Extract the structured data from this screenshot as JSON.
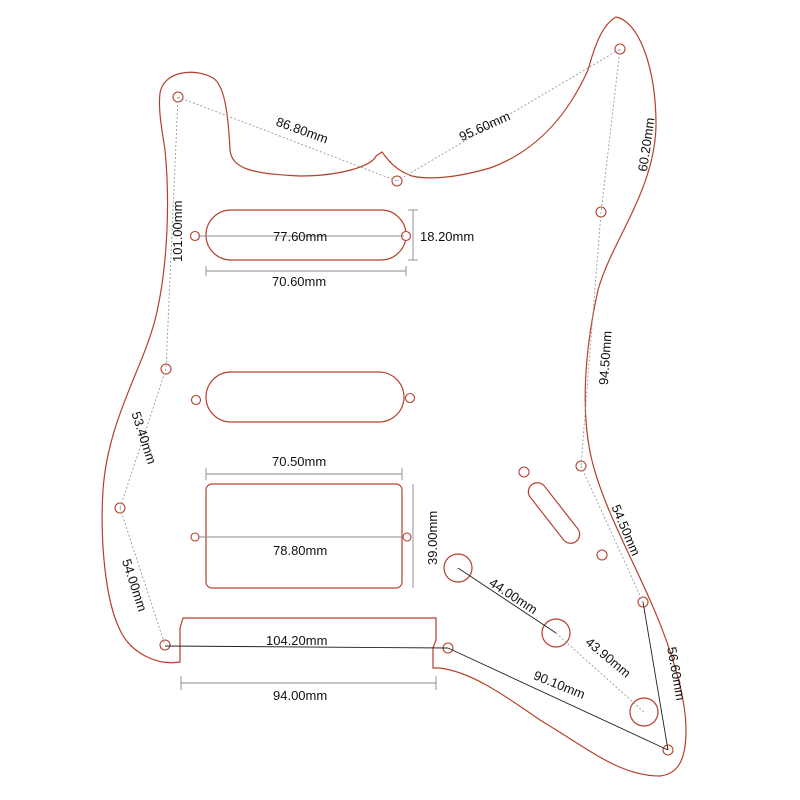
{
  "labels": {
    "top_left_diag": "86.80mm",
    "top_right_diag": "95.60mm",
    "right_upper": "60.20mm",
    "left_upper": "101.00mm",
    "neck_pickup_holes": "77.60mm",
    "neck_pickup_height": "18.20mm",
    "neck_pickup_width": "70.60mm",
    "right_middle": "94.50mm",
    "left_middle": "53.40mm",
    "humbucker_width": "70.50mm",
    "humbucker_holes": "78.80mm",
    "humbucker_height": "39.00mm",
    "right_lower": "54.50mm",
    "left_lower": "54.00mm",
    "pot_1_2": "44.00mm",
    "pot_2_3": "43.90mm",
    "bottom_holes": "104.20mm",
    "bottom_cut_width": "94.00mm",
    "bottom_diag": "90.10mm",
    "right_bottom": "56.60mm"
  },
  "colors": {
    "outline": "#b5402a",
    "dimension_line": "#9a9a9a",
    "text": "#111111"
  }
}
